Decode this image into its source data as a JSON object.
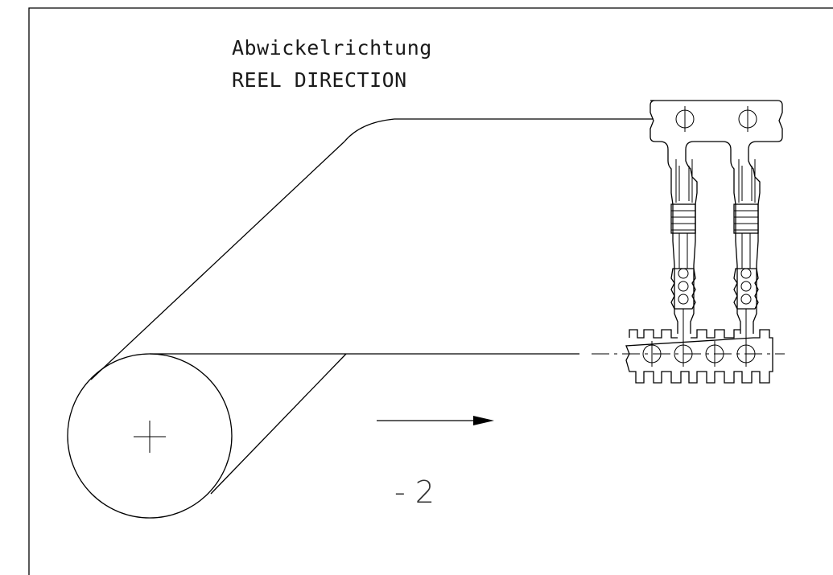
{
  "labels": {
    "direction_de": "Abwickelrichtung",
    "direction_en": "REEL DIRECTION",
    "pitch": "- 2"
  },
  "icons": {
    "arrow": "arrow-right-icon",
    "reel_center": "plus-crosshair-icon"
  },
  "colors": {
    "line": "#000000",
    "background": "#ffffff"
  }
}
